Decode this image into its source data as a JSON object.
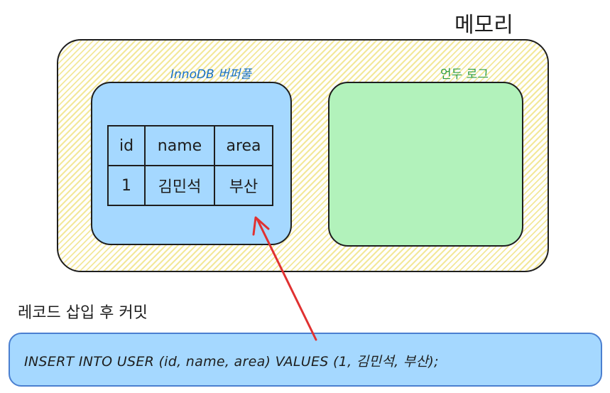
{
  "memory": {
    "title": "메모리"
  },
  "buffer_pool": {
    "label": "InnoDB 버퍼풀"
  },
  "undo_log": {
    "label": "언두 로그"
  },
  "table": {
    "headers": [
      "id",
      "name",
      "area"
    ],
    "rows": [
      [
        "1",
        "김민석",
        "부산"
      ]
    ]
  },
  "insert_caption": "레코드 삽입 후 커밋",
  "sql": "INSERT INTO USER (id, name, area) VALUES (1, 김민석, 부산);",
  "colors": {
    "buffer_fill": "#a5d8ff",
    "undo_fill": "#b2f2bb",
    "memory_hatch": "#f3e89a",
    "arrow": "#e03131",
    "buffer_text": "#1971c2",
    "undo_text": "#2f9e44"
  }
}
